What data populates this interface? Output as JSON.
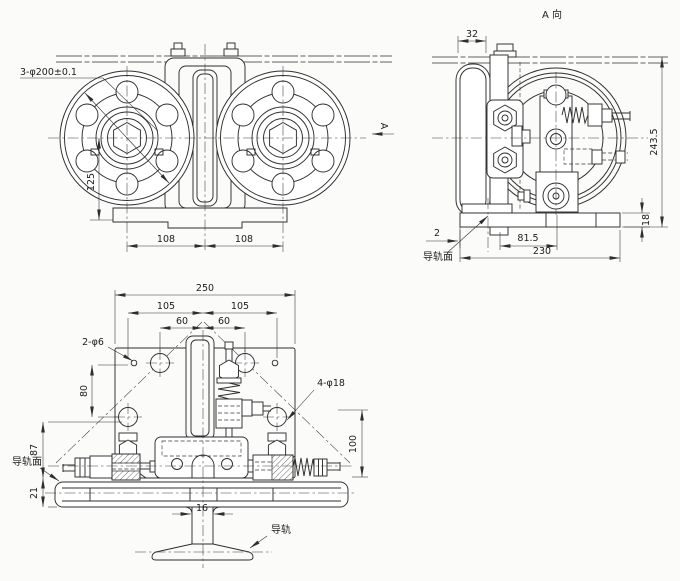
{
  "drawing": {
    "front_view": {
      "callout_wheels": "3-φ200±0.1",
      "dim_height": "125",
      "dim_span_left": "108",
      "dim_span_right": "108",
      "view_direction_letter": "A"
    },
    "side_view": {
      "title": "A 向",
      "dim_top_width": "32",
      "dim_total_height": "243.5",
      "dim_base_thickness": "18",
      "dim_gap": "2",
      "dim_center_offset": "81.5",
      "dim_base_width": "230",
      "label_rail_surface": "导轨面"
    },
    "top_view": {
      "dim_plate_width": "250",
      "dim_hole_span_left": "105",
      "dim_hole_span_right": "105",
      "dim_inner_span_left": "60",
      "dim_inner_span_right": "60",
      "dim_hole_rows": "80",
      "dim_upper_height": "87",
      "dim_lower_height": "21",
      "dim_side_height": "100",
      "dim_rail_web": "16",
      "callout_small_holes": "2-φ6",
      "callout_large_holes": "4-φ18",
      "label_rail_surface": "导轨面",
      "label_rail": "导轨"
    }
  }
}
